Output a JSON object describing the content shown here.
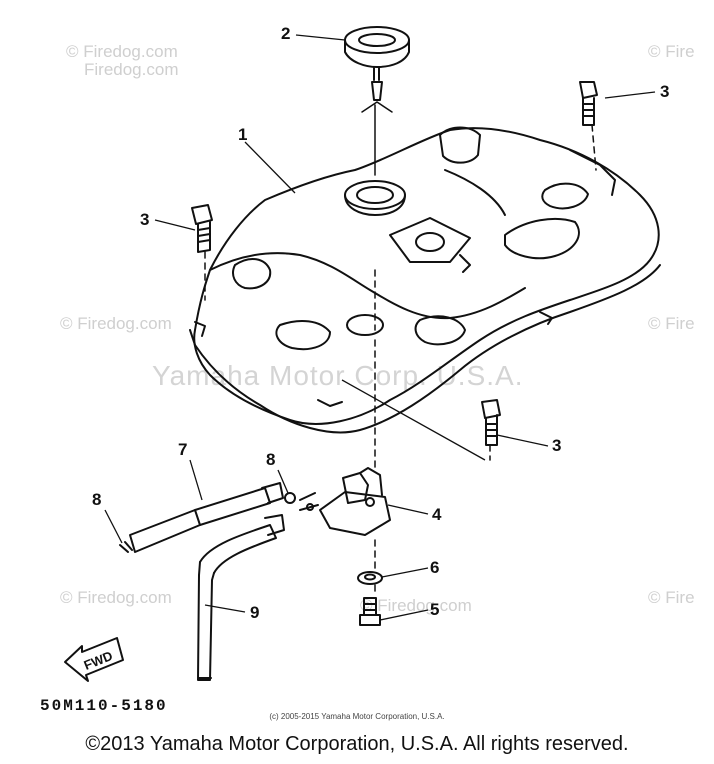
{
  "watermark": {
    "brand": "© Firedog.com",
    "brand_cut": "© Fire",
    "brand_no_symbol": "Firedog.com",
    "big_text": "Yamaha Motor Corp. U.S.A."
  },
  "callouts": {
    "fuel_tank": "1",
    "cap": "2",
    "bolt_right": "3",
    "bolt_left": "3",
    "bolt_lower": "3",
    "fuel_cock": "4",
    "screw": "5",
    "washer": "6",
    "hose_fuel": "7",
    "clip_left": "8",
    "clip_right": "8",
    "hose_vacuum": "9"
  },
  "fwd_label": "FWD",
  "part_code": "50M110-5180",
  "small_copyright": "(c) 2005-2015 Yamaha Motor Corporation, U.S.A.",
  "copyright": "©2013 Yamaha Motor Corporation, U.S.A. All rights reserved."
}
